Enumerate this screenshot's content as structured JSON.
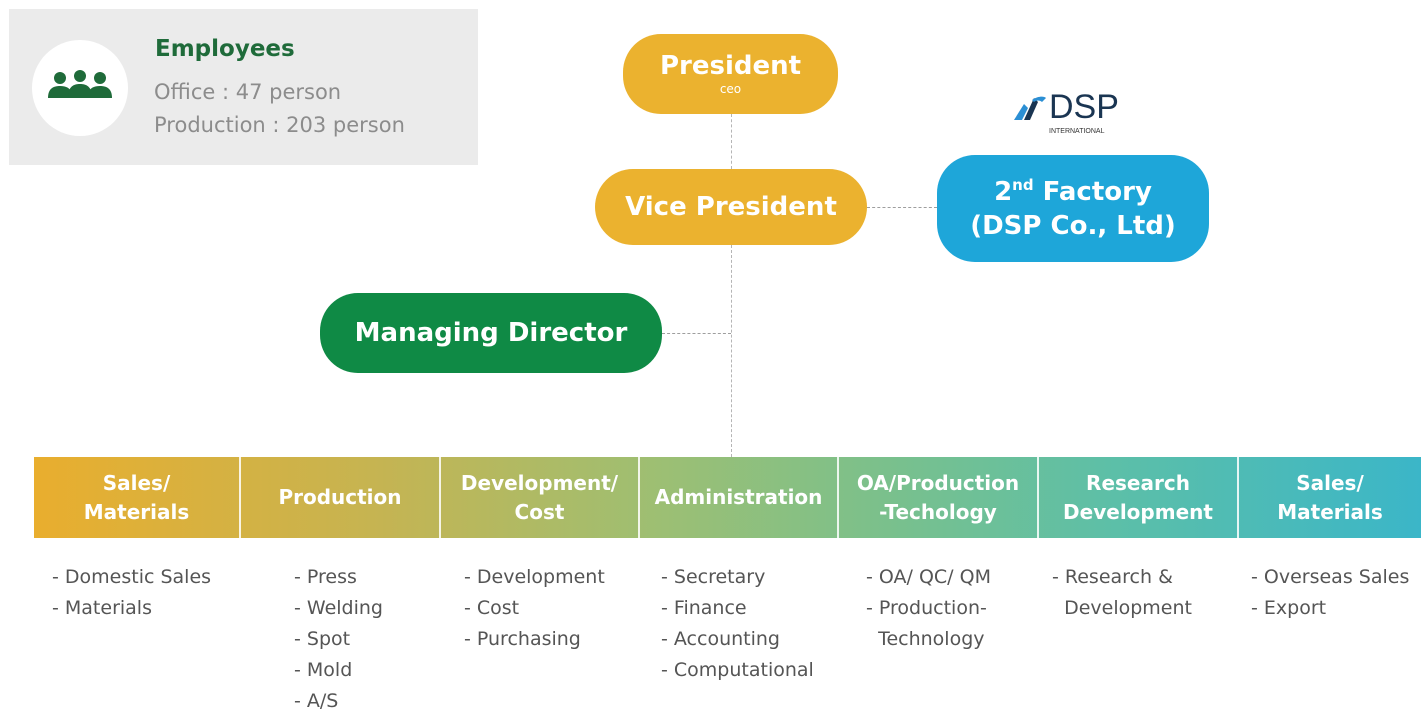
{
  "employees": {
    "title": "Employees",
    "office": "Office : 47 person",
    "production": "Production : 203 person",
    "icon": "people-icon",
    "accent": "#1f6b3a"
  },
  "president": {
    "title": "President",
    "subtitle": "ceo"
  },
  "vice_president": {
    "title": "Vice President"
  },
  "factory": {
    "line1_prefix": "2",
    "line1_sup": "nd",
    "line1_suffix": " Factory",
    "line2": "(DSP Co., Ltd)"
  },
  "logo": {
    "text": "DSP",
    "sub": "INTERNATIONAL"
  },
  "managing_director": {
    "title": "Managing Director"
  },
  "colors": {
    "president": "#ebb22f",
    "factory": "#1ea6d9",
    "managing_director": "#0f8a45"
  },
  "departments": [
    {
      "name": "Sales/\nMaterials",
      "items": [
        "- Domestic Sales",
        "- Materials"
      ]
    },
    {
      "name": "Production",
      "items": [
        "- Press",
        "- Welding",
        "- Spot",
        "- Mold",
        "- A/S"
      ]
    },
    {
      "name": "Development/\nCost",
      "items": [
        "- Development",
        "- Cost",
        "- Purchasing"
      ]
    },
    {
      "name": "Administration",
      "items": [
        "- Secretary",
        "- Finance",
        "- Accounting",
        "- Computational"
      ]
    },
    {
      "name": "OA/Production\n-Techology",
      "items": [
        "- OA/ QC/ QM",
        "- Production-",
        "  Technology"
      ]
    },
    {
      "name": "Research\nDevelopment",
      "items": [
        "- Research &",
        "  Development"
      ]
    },
    {
      "name": "Sales/\nMaterials",
      "items": [
        "- Overseas Sales",
        "- Export"
      ]
    }
  ]
}
